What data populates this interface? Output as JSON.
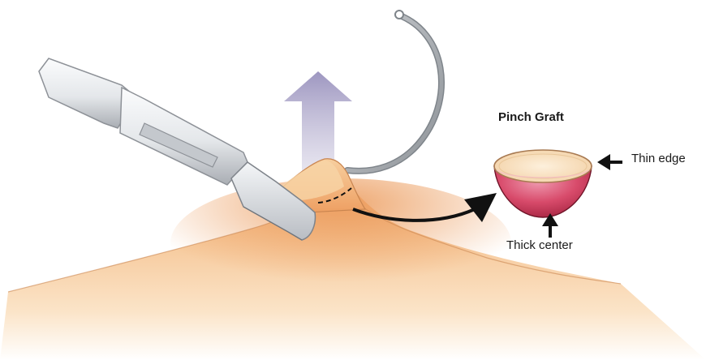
{
  "graft": {
    "title": "Pinch Graft",
    "edge_label": "Thin edge",
    "center_label": "Thick center"
  },
  "colors": {
    "skin_light": "#fbe3c4",
    "skin_mid": "#f2b37a",
    "skin_dark": "#e89a5c",
    "graft_red": "#c8304e",
    "graft_pink": "#e07a96",
    "arrow_lift": "#a9a3c6",
    "steel_light": "#eef0f2",
    "steel_dark": "#a8acb2",
    "ink": "#111111"
  }
}
